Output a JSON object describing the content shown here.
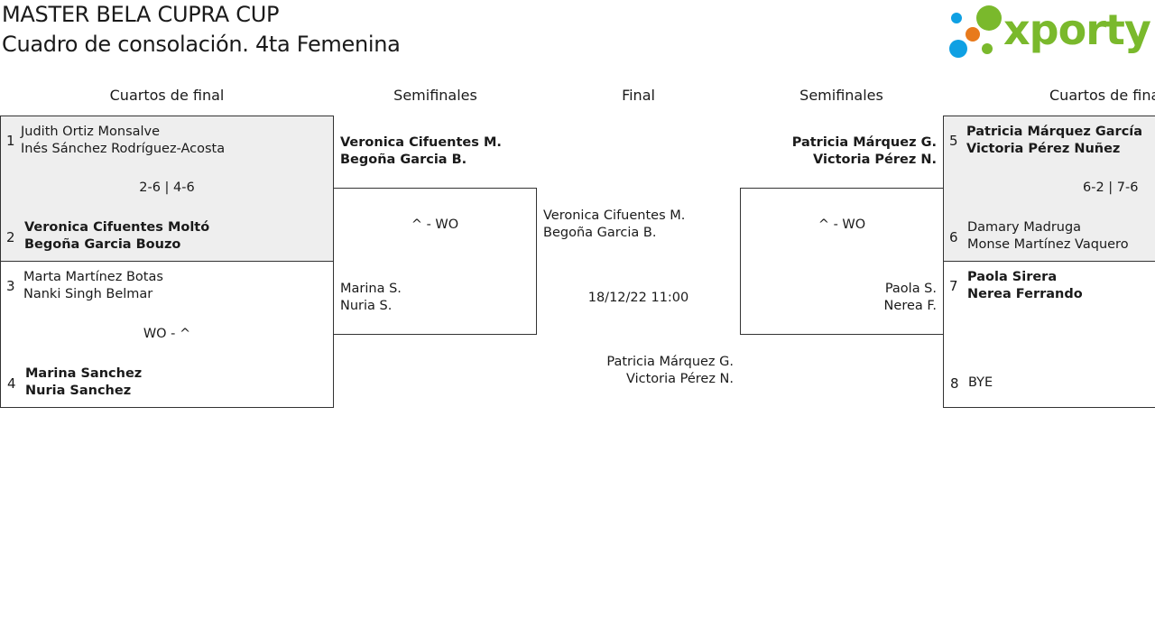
{
  "header": {
    "title": "MASTER BELA CUPRA CUP",
    "subtitle": "Cuadro de consolación. 4ta Femenina",
    "logo_text": "xporty"
  },
  "rounds": {
    "left_qf": "Cuartos de final",
    "left_sf": "Semifinales",
    "final": "Final",
    "right_sf": "Semifinales",
    "right_qf": "Cuartos de final"
  },
  "left_qf": {
    "m1": {
      "seed_a": "1",
      "a1": "Judith Ortiz Monsalve",
      "a2": "Inés Sánchez Rodríguez-Acosta",
      "score": "2-6 | 4-6",
      "seed_b": "2",
      "b1": "Veronica Cifuentes Moltó",
      "b2": "Begoña Garcia Bouzo"
    },
    "m2": {
      "seed_a": "3",
      "a1": "Marta Martínez Botas",
      "a2": "Nanki Singh Belmar",
      "score": "WO - ^",
      "seed_b": "4",
      "b1": "Marina Sanchez",
      "b2": "Nuria Sanchez"
    }
  },
  "left_sf": {
    "a1": "Veronica Cifuentes M.",
    "a2": "Begoña Garcia B.",
    "score": "^ - WO",
    "b1": "Marina S.",
    "b2": "Nuria S."
  },
  "final": {
    "a1": "Veronica Cifuentes M.",
    "a2": "Begoña Garcia B.",
    "datetime": "18/12/22 11:00",
    "b1": "Patricia Márquez G.",
    "b2": "Victoria Pérez N."
  },
  "right_sf": {
    "a1": "Patricia Márquez G.",
    "a2": "Victoria Pérez N.",
    "score": "^ - WO",
    "b1": "Paola S.",
    "b2": "Nerea F."
  },
  "right_qf": {
    "m1": {
      "seed_a": "5",
      "a1": "Patricia Márquez García",
      "a2": "Victoria Pérez Nuñez",
      "score": "6-2 | 7-6",
      "seed_b": "6",
      "b1": "Damary Madruga",
      "b2": "Monse Martínez Vaquero"
    },
    "m2": {
      "seed_a": "7",
      "a1": "Paola Sirera",
      "a2": "Nerea Ferrando",
      "seed_b": "8",
      "b1": "BYE"
    }
  },
  "colors": {
    "logo_green": "#7ab92c",
    "logo_blue": "#0fa0e3",
    "logo_orange": "#e87a1c",
    "shade": "#eeeeee"
  }
}
